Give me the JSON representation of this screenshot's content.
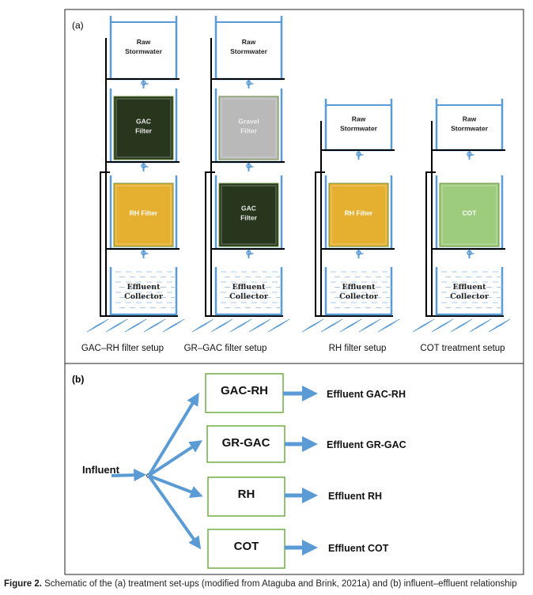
{
  "panel_a": {
    "label": "(a)",
    "setups": [
      {
        "label": "GAC–RH filter setup",
        "stages": [
          {
            "type": "raw",
            "lines": [
              "Raw",
              "Stormwater"
            ]
          },
          {
            "type": "filter",
            "lines": [
              "GAC",
              "Filter"
            ],
            "fill": "#27361c",
            "text_color": "#e8e8e8"
          },
          {
            "type": "filter",
            "lines": [
              "RH Filter"
            ],
            "fill": "#e5b030",
            "text_color": "#ffffff"
          },
          {
            "type": "collector",
            "lines": [
              "Effluent",
              "Collector"
            ]
          }
        ]
      },
      {
        "label": "GR–GAC filter setup",
        "stages": [
          {
            "type": "raw",
            "lines": [
              "Raw",
              "Stormwater"
            ]
          },
          {
            "type": "filter",
            "lines": [
              "Gravel",
              "Filter"
            ],
            "fill": "#b9b9b9",
            "text_color": "#eeeeee"
          },
          {
            "type": "filter",
            "lines": [
              "GAC",
              "Filter"
            ],
            "fill": "#27361c",
            "text_color": "#e8e8e8"
          },
          {
            "type": "collector",
            "lines": [
              "Effluent",
              "Collector"
            ]
          }
        ]
      },
      {
        "label": "RH filter setup",
        "stages": [
          {
            "type": "raw",
            "lines": [
              "Raw",
              "Stormwater"
            ]
          },
          {
            "type": "filter",
            "lines": [
              "RH Filter"
            ],
            "fill": "#e5b030",
            "text_color": "#ffffff"
          },
          {
            "type": "collector",
            "lines": [
              "Effluent",
              "Collector"
            ]
          }
        ]
      },
      {
        "label": "COT treatment setup",
        "stages": [
          {
            "type": "raw",
            "lines": [
              "Raw",
              "Stormwater"
            ]
          },
          {
            "type": "filter",
            "lines": [
              "COT"
            ],
            "fill": "#9dcc7c",
            "text_color": "#ffffff"
          },
          {
            "type": "collector",
            "lines": [
              "Effluent",
              "Collector"
            ]
          }
        ]
      }
    ]
  },
  "panel_b": {
    "label": "(b)",
    "influent": "Influent",
    "treatments": [
      {
        "box": "GAC-RH",
        "effluent": "Effluent GAC-RH"
      },
      {
        "box": "GR-GAC",
        "effluent": "Effluent GR-GAC"
      },
      {
        "box": "RH",
        "effluent": "Effluent RH"
      },
      {
        "box": "COT",
        "effluent": "Effluent COT"
      }
    ]
  },
  "caption": {
    "prefix": "Figure 2.",
    "text": " Schematic of the (a) treatment set-ups (modified from Ataguba and Brink, 2021a) and (b) influent–effluent relationship"
  },
  "colors": {
    "tank": "#5b9bd5",
    "arrow": "#5b9bd5",
    "box_border": "#70ad47",
    "stand": "#000000"
  }
}
